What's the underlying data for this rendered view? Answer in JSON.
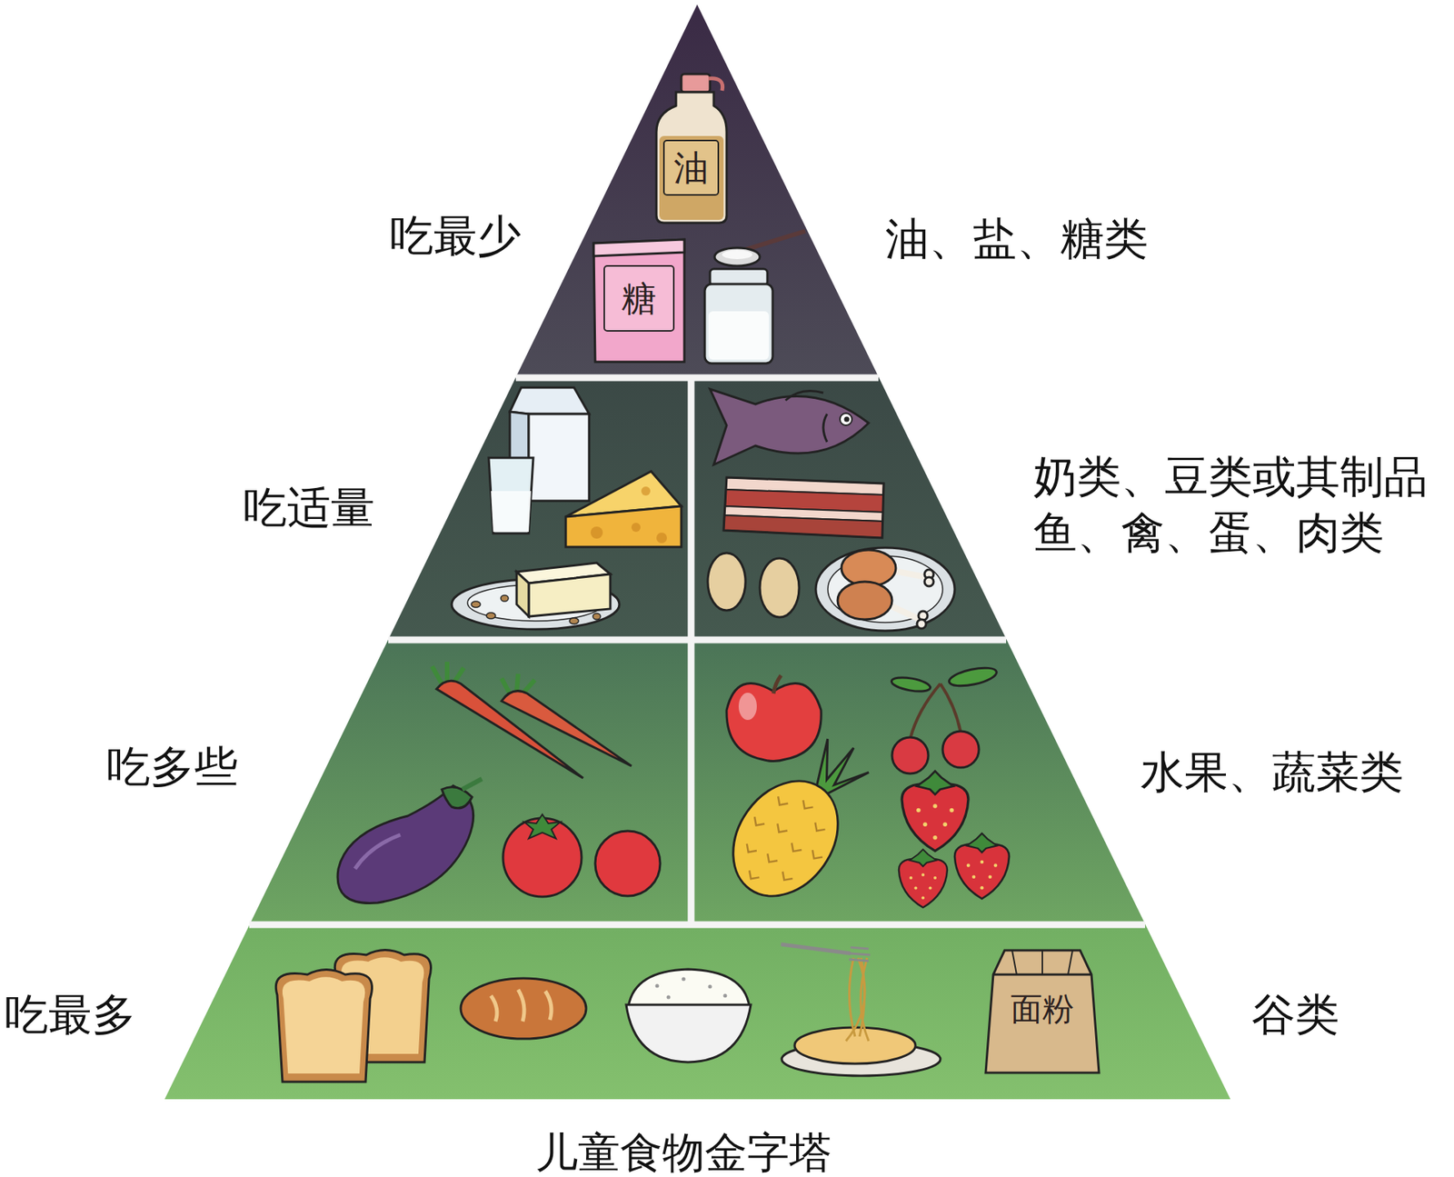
{
  "diagram": {
    "caption": "儿童食物金字塔",
    "nodes": [
      {
        "text": [
          "吃最少",
          "油、盐、糖类"
        ]
      },
      {
        "text": [
          "吃适量",
          "奶类、豆类或其制品 鱼、禽、蛋、肉类"
        ]
      },
      {
        "text": [
          "吃多些",
          "水果、蔬菜类"
        ]
      },
      {
        "text": [
          "吃最多",
          "谷类"
        ]
      }
    ],
    "labels": [
      "油",
      "糖",
      "面粉"
    ]
  }
}
